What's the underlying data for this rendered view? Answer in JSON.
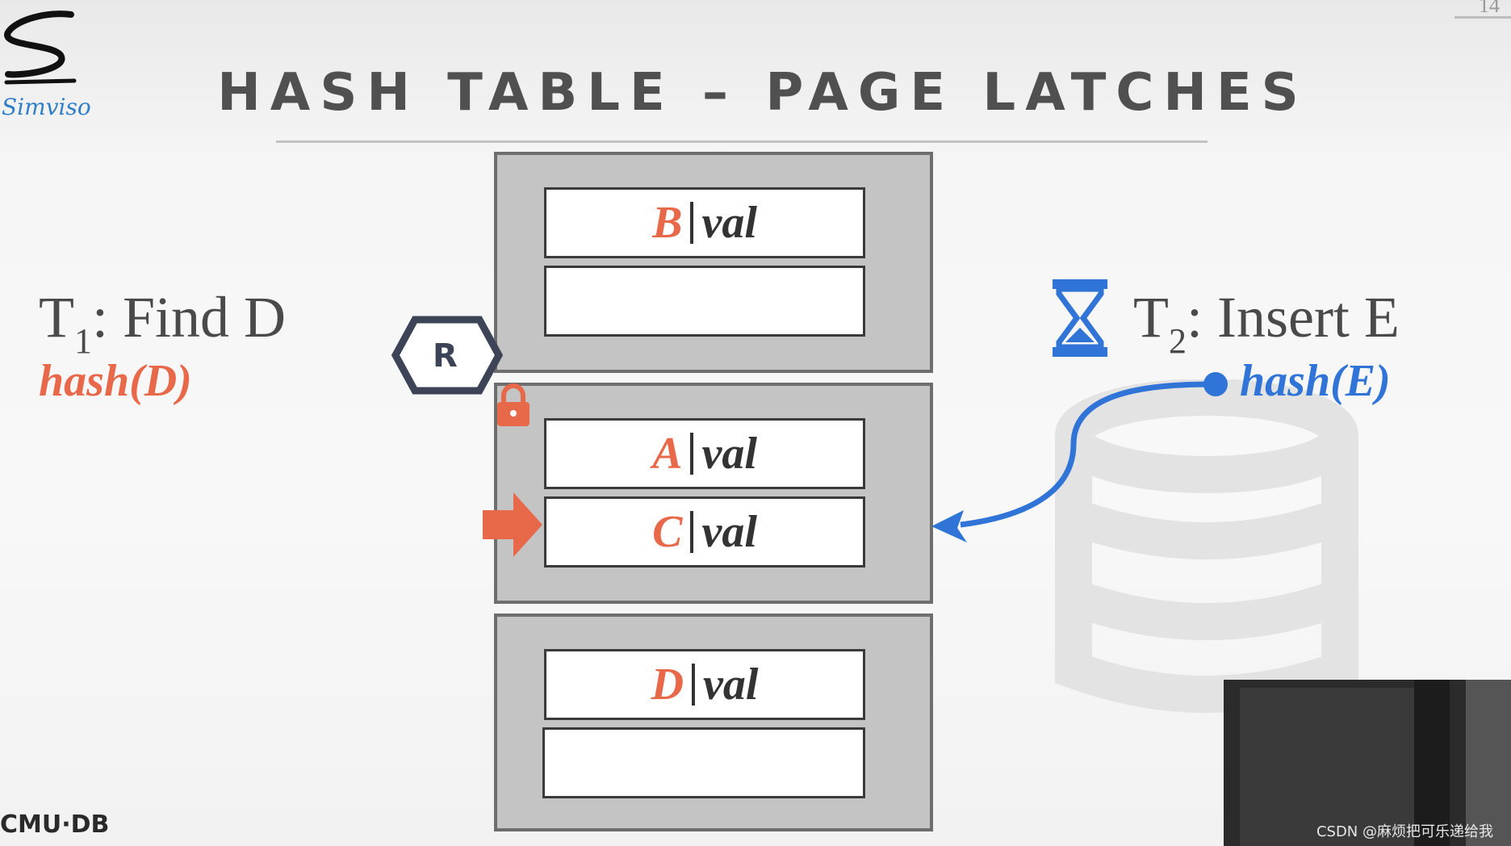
{
  "slide": {
    "title": "HASH TABLE – PAGE LATCHES",
    "page_number": "14"
  },
  "logo": {
    "name": "Simviso"
  },
  "footer": {
    "org": "CMU·DB"
  },
  "watermark": {
    "csdn": "CSDN @麻烦把可乐递给我"
  },
  "colors": {
    "key": "#e8694a",
    "blue": "#2f74d6",
    "lock": "#e8694a",
    "latch": "#3d4457"
  },
  "t1": {
    "label": "T",
    "subscript": "1",
    "action": ": Find D",
    "hash": "hash(D)",
    "latch": "R"
  },
  "t2": {
    "label": "T",
    "subscript": "2",
    "action": ": Insert E",
    "hash": "hash(E)",
    "waiting_icon": "hourglass-icon"
  },
  "pages": [
    {
      "slots": [
        {
          "key": "B",
          "val": "val"
        },
        {
          "key": "",
          "val": ""
        }
      ]
    },
    {
      "slots": [
        {
          "key": "A",
          "val": "val"
        },
        {
          "key": "C",
          "val": "val"
        }
      ]
    },
    {
      "slots": [
        {
          "key": "D",
          "val": "val"
        },
        {
          "key": "",
          "val": ""
        }
      ]
    }
  ]
}
